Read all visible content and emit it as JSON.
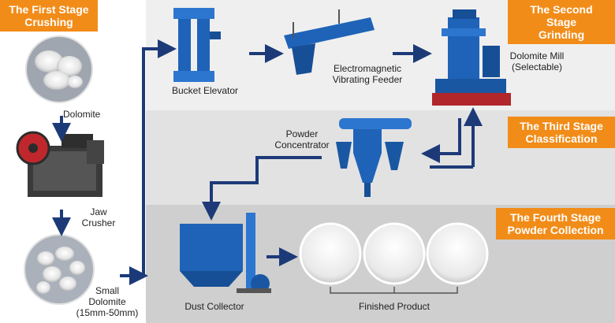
{
  "stages": {
    "first": [
      "The First Stage",
      "Crushing"
    ],
    "second": [
      "The Second Stage",
      "Grinding"
    ],
    "third": [
      "The Third Stage",
      "Classification"
    ],
    "fourth": [
      "The Fourth Stage",
      "Powder Collection"
    ]
  },
  "labels": {
    "dolomite": "Dolomite",
    "jaw_crusher": [
      "Jaw",
      "Crusher"
    ],
    "small_dolomite": [
      "Small",
      "Dolomite",
      "(15mm-50mm)"
    ],
    "bucket_elevator": "Bucket Elevator",
    "feeder": [
      "Electromagnetic",
      "Vibrating Feeder"
    ],
    "mill": [
      "Dolomite Mill",
      "(Selectable)"
    ],
    "concentrator": [
      "Powder",
      "Concentrator"
    ],
    "dust_collector": "Dust Collector",
    "finished_product": "Finished Product"
  },
  "colors": {
    "stage_bg": "#f28c18",
    "arrow": "#1d3a78",
    "machine_blue": "#1f63b8"
  }
}
